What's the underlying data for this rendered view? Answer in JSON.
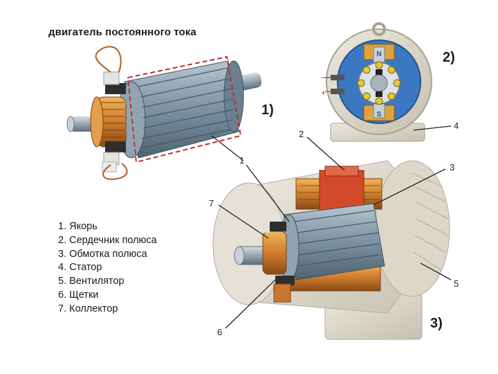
{
  "title": "двигатель постоянного тока",
  "legend": [
    "1. Якорь",
    "2. Сердечник полюса",
    "3. Обмотка полюса",
    "4. Статор",
    "5. Вентилятор",
    "6. Щетки",
    "7. Коллектор"
  ],
  "views": {
    "view1": "1)",
    "view2": "2)",
    "view3": "3)"
  },
  "callouts": {
    "n1": "1",
    "n2": "2",
    "n3": "3",
    "n4": "4",
    "n5": "5",
    "n6": "6",
    "n7": "7"
  },
  "section_marks": {
    "minus": "−",
    "plus": "+",
    "north": "N",
    "south": "S"
  },
  "colors": {
    "copper": "#c8782e",
    "steel": "#7f93a3",
    "housing": "#d8d3c6",
    "pole_red": "#d24a2a",
    "dashed_red": "#c0302a"
  }
}
